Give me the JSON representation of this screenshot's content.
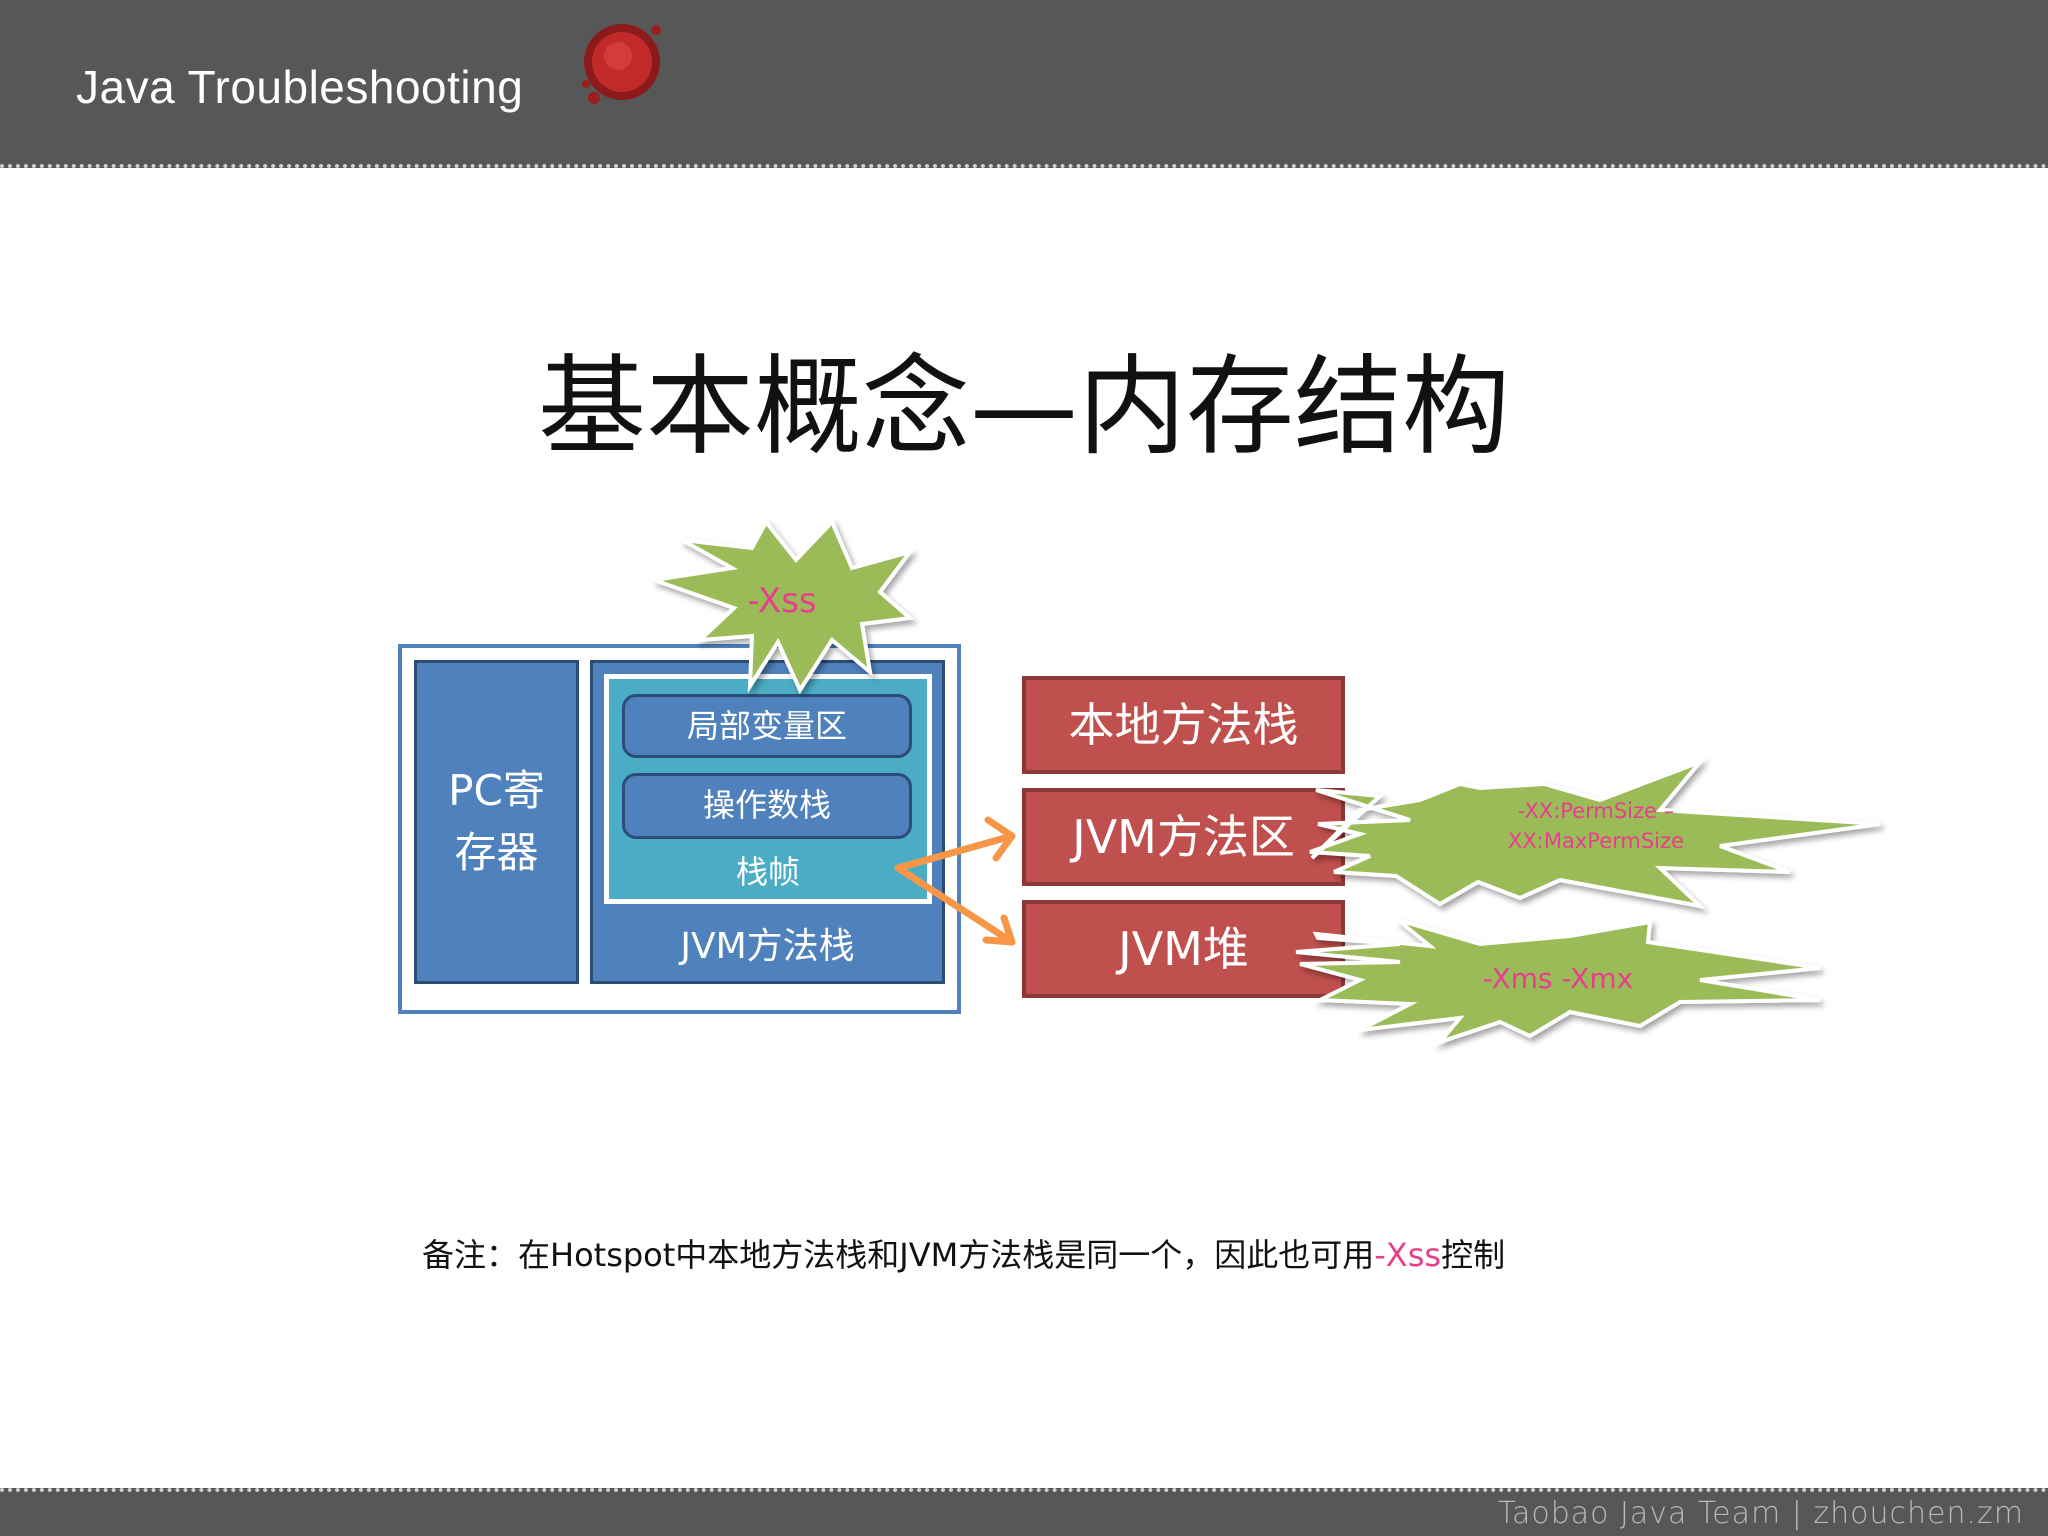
{
  "header": {
    "title": "Java Troubleshooting"
  },
  "slide": {
    "title": "基本概念—内存结构"
  },
  "diagram": {
    "pc_register": "PC寄存器",
    "jvm_method_stack": "JVM方法栈",
    "stack_frame": "栈帧",
    "local_vars": "局部变量区",
    "operand_stack": "操作数栈",
    "native_stack": "本地方法栈",
    "method_area": "JVM方法区",
    "heap": "JVM堆",
    "xss_burst": "-Xss",
    "perm_burst_line1": "-XX:PermSize –",
    "perm_burst_line2": "XX:MaxPermSize",
    "heap_burst": "-Xms -Xmx"
  },
  "note": {
    "prefix": "备注：在Hotspot中本地方法栈和JVM方法栈是同一个，因此也可用",
    "highlight": "-Xss",
    "suffix": "控制"
  },
  "footer": {
    "text": "Taobao  Java Team | zhouchen.zm"
  },
  "colors": {
    "header_bg": "#575757",
    "blue_box": "#4f81bd",
    "teal_box": "#4bacc6",
    "red_box": "#c0504d",
    "burst_green": "#9bbb59",
    "arrow_orange": "#f79646",
    "highlight_pink": "#e83e8c"
  }
}
